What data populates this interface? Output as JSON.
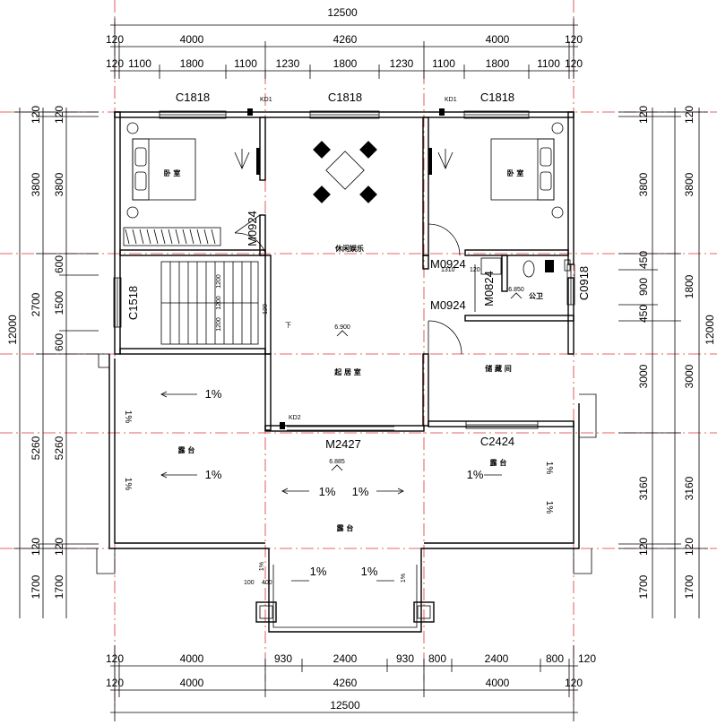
{
  "dimensions": {
    "top_total": "12500",
    "top_row1": [
      "120",
      "4000",
      "4260",
      "4000",
      "120"
    ],
    "top_row2": [
      "120",
      "1100",
      "1800",
      "1100",
      "1230",
      "1800",
      "1230",
      "1100",
      "1800",
      "1100",
      "120"
    ],
    "bottom_row1": [
      "120",
      "4000",
      "930",
      "2400",
      "930",
      "800",
      "2400",
      "800",
      "120"
    ],
    "bottom_row2": [
      "120",
      "4000",
      "4260",
      "4000",
      "120"
    ],
    "bottom_total": "12500",
    "left_total": "12000",
    "left_outer": [
      "120",
      "3800",
      "2700",
      "5260",
      "120",
      "1700"
    ],
    "left_inner": [
      "120",
      "3800",
      "600",
      "1500",
      "600",
      "5260",
      "120",
      "1700"
    ],
    "right_total": "12000",
    "right_outer": [
      "120",
      "3800",
      "1800",
      "3000",
      "3160",
      "120",
      "1700"
    ],
    "right_inner": [
      "120",
      "3800",
      "450",
      "900",
      "450",
      "3000",
      "3160",
      "120",
      "1700"
    ]
  },
  "rooms": {
    "bedroom_left": "卧 室",
    "bedroom_right": "卧 室",
    "leisure": "休闲娱乐",
    "living": "起 居 室",
    "storage": "储 藏 间",
    "bathroom": "公卫",
    "terrace_left": "露 台",
    "terrace_center": "露 台",
    "terrace_right": "露 台"
  },
  "openings": {
    "window_top_left": "C1818",
    "window_top_center": "C1818",
    "window_top_right": "C1818",
    "kd1_left": "KD1",
    "kd1_right": "KD1",
    "kd2": "KD2",
    "door_m0924_left": "M0924",
    "door_m0924_bath": "M0924",
    "door_m0924_storage": "M0924",
    "door_m0824": "M0824",
    "window_c1518": "C1518",
    "window_c0918": "C0918",
    "door_m2427": "M2427",
    "window_c2424": "C2424"
  },
  "levels": {
    "living": "6.900",
    "bath": "6.850",
    "terrace": "6.885"
  },
  "slopes": {
    "s1": "1%",
    "s2": "1%",
    "s3": "1%",
    "s4": "1%",
    "s5": "1%",
    "s6": "1%",
    "s7": "1%",
    "s8": "1%",
    "s9": "1%",
    "s10": "1%",
    "s11": "1%",
    "s12": "1%",
    "s13": "1%"
  },
  "stair": {
    "w1": "1200",
    "w2": "1200",
    "w3": "1200",
    "gap": "120",
    "down": "下"
  },
  "misc": {
    "dim_1310": "1310",
    "dim_120": "120",
    "dim_100": "100",
    "dim_400": "400"
  },
  "colors": {
    "axis": "#dd3333",
    "line": "#000000"
  }
}
